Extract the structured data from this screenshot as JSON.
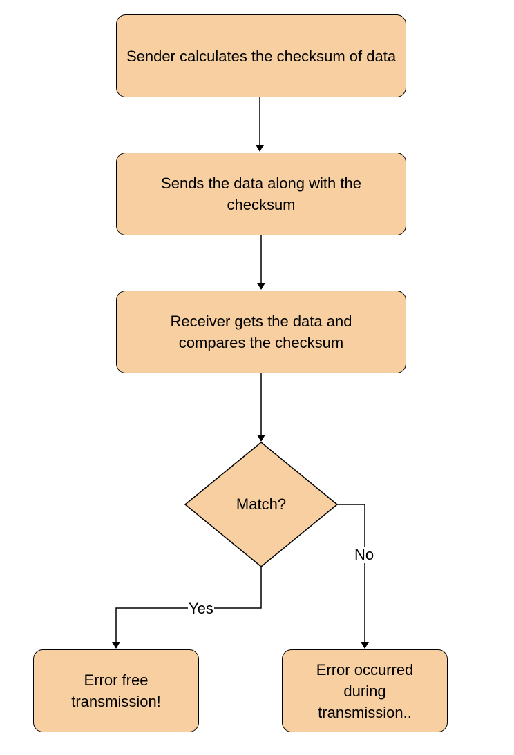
{
  "colors": {
    "node_fill": "#f7cfa0",
    "stroke": "#000000",
    "background": "#ffffff"
  },
  "nodes": {
    "sender": "Sender calculates the checksum of data",
    "send": "Sends the data along with the checksum",
    "receiver": "Receiver gets the data and compares the checksum",
    "decision": "Match?",
    "success": "Error free transmission!",
    "failure": "Error occurred during transmission.."
  },
  "edges": {
    "yes_label": "Yes",
    "no_label": "No"
  }
}
